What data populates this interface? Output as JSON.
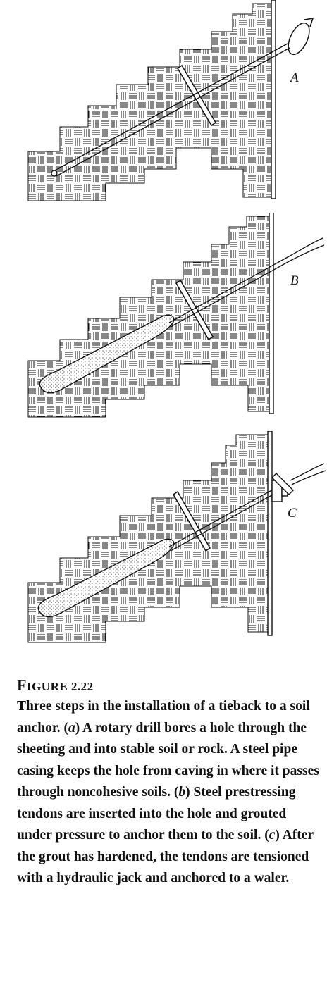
{
  "figure": {
    "label_first": "F",
    "label_rest": "IGURE 2.22",
    "caption_parts": [
      {
        "t": "Three steps in the installation of a tieback to a soil anchor. ",
        "i": false
      },
      {
        "t": "(",
        "i": false
      },
      {
        "t": "a",
        "i": true
      },
      {
        "t": ") A rotary drill bores a hole through the sheeting and into stable soil or rock. A steel pipe casing keeps the hole from caving in where it passes through noncohesive soils. (",
        "i": false
      },
      {
        "t": "b",
        "i": true
      },
      {
        "t": ") Steel prestressing tendons are inserted into the hole and grouted under pressure to anchor them to the soil. (",
        "i": false
      },
      {
        "t": "c",
        "i": true
      },
      {
        "t": ") After the grout has hardened, the tendons are tensioned with a hydraulic jack and anchored to a waler.",
        "i": false
      }
    ]
  },
  "panels": [
    {
      "id": "a",
      "letter": "A"
    },
    {
      "id": "b",
      "letter": "B"
    },
    {
      "id": "c",
      "letter": "C"
    }
  ],
  "colors": {
    "ink": "#111111",
    "paper": "#ffffff",
    "grout": "#e8e8e8"
  }
}
